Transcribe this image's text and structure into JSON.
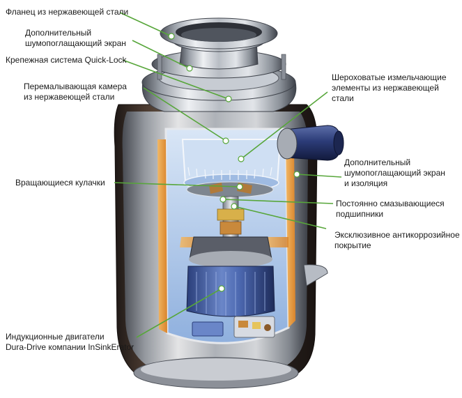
{
  "colors": {
    "leader": "#57a63a",
    "steel_light": "#e6e8ec",
    "steel_dark": "#5a5e66",
    "casing_dark": "#2a2320",
    "interior_blue": "#bcd2ee",
    "motor_blue": "#3d5aa8",
    "orange_cut": "#e9a04a",
    "copper": "#c9893b"
  },
  "labels": [
    {
      "id": "flange",
      "text": "Фланец из нержавеющей стали"
    },
    {
      "id": "extra-shield-top",
      "text": "Дополнительный\nшумопоглащающий экран"
    },
    {
      "id": "quick-lock",
      "text": "Крепежная система Quick-Lock"
    },
    {
      "id": "chamber",
      "text": "Перемалывающая камера\nиз нержавеющей стали"
    },
    {
      "id": "grind-elements",
      "text": "Шероховатые измельчающие\nэлементы из нержавеющей стали"
    },
    {
      "id": "extra-shield-side",
      "text": "Дополнительный\nшумопоглащающий экран\nи изоляция"
    },
    {
      "id": "cams",
      "text": "Вращающиеся кулачки"
    },
    {
      "id": "bearings",
      "text": "Постоянно смазывающиеся\nподшипники"
    },
    {
      "id": "coating",
      "text": "Эксклюзивное антикоррозийное\nпокрытие"
    },
    {
      "id": "motor",
      "text": "Индукционные двигатели\nDura-Drive компании InSinkErator"
    }
  ]
}
